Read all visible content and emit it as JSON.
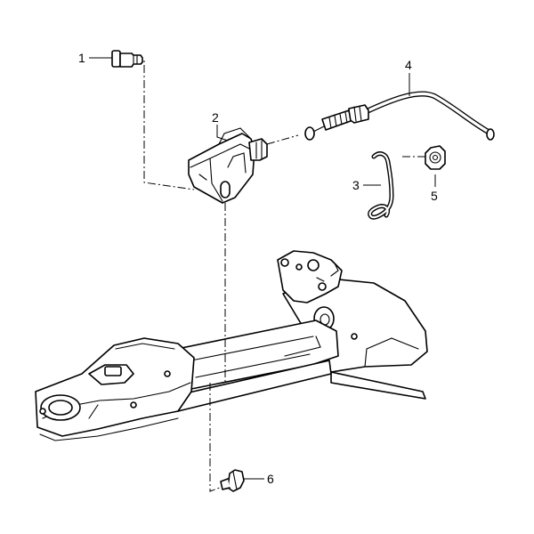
{
  "callouts": {
    "c1": "1",
    "c2": "2",
    "c3": "3",
    "c4": "4",
    "c5": "5",
    "c6": "6"
  },
  "parts": [
    {
      "callout": "1",
      "icon": "bolt-icon"
    },
    {
      "callout": "2",
      "icon": "bracket-icon"
    },
    {
      "callout": "3",
      "icon": "spring-clip-icon"
    },
    {
      "callout": "4",
      "icon": "cable-icon"
    },
    {
      "callout": "5",
      "icon": "nut-icon"
    },
    {
      "callout": "6",
      "icon": "rivet-icon"
    }
  ],
  "colors": {
    "line": "#000000",
    "background": "#ffffff"
  }
}
